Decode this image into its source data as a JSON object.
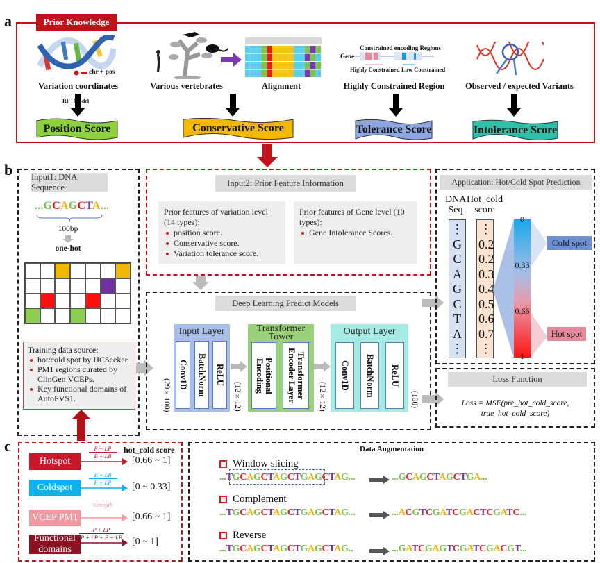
{
  "panel_labels": {
    "a": "a",
    "b": "b",
    "c": "c"
  },
  "prior_knowledge": {
    "title": "Prior Knowledge",
    "chr_pos": "chr + pos",
    "variation_coordinates": "Variation coordinates",
    "rf_model": "RF   Model",
    "position_score": "Position Score",
    "various_vertebrates": "Various vertebrates",
    "alignment": "Alignment",
    "conservative_score": "Conservative Score",
    "constrained_regions": "Constrained encoding Regions",
    "gene": "Gene",
    "highly_constrained": "Highly Constrained",
    "low_constrained": "Low Constrained",
    "highly_constrained_region": "Highly Constrained Region",
    "tolerance_score": "Tolerance Score",
    "observed_expected": "Observed / expected Variants",
    "intolerance_score": "Intolerance Score",
    "colors": {
      "position": "#8dd13f",
      "conservative": "#f3b800",
      "tolerance": "#8ea7e0",
      "intolerance": "#2fc1a8",
      "frame": "#c0141c"
    }
  },
  "input1": {
    "header": "Input1: DNA Sequence",
    "sequence": "...GCAGCTA...",
    "length": "100bp",
    "encoding": "one-hot",
    "onehot_grid": [
      [
        "",
        "",
        "A",
        "",
        "",
        "",
        "A"
      ],
      [
        "",
        "",
        "",
        "",
        "",
        "T",
        ""
      ],
      [
        "",
        "C",
        "",
        "",
        "C",
        "",
        ""
      ],
      [
        "G",
        "",
        "",
        "G",
        "",
        "",
        ""
      ]
    ],
    "training_title": "Training data source:",
    "training_items": [
      "hot/cold spot by HCSeeker.",
      "PM1 regions curated by ClinGen VCEPs.",
      "Key functional domains of AutoPVS1."
    ]
  },
  "input2": {
    "header": "Input2: Prior Feature Information",
    "variation_title": "Prior features of variation level (14 types):",
    "variation_items": [
      "position score.",
      "Conservative score.",
      "Variation tolerance score."
    ],
    "gene_title": "Prior features of Gene level (10 types):",
    "gene_items": [
      "Gene Intolerance Scores."
    ]
  },
  "model": {
    "header": "Deep Learning Predict Models",
    "input_layer": {
      "title": "Input Layer",
      "blocks": [
        "Conv1D",
        "BatchNorm",
        "ReLU"
      ]
    },
    "transformer": {
      "title": "Transformer\nTower",
      "blocks": [
        "Positional\nEncoding",
        "Transformer\nEncoder Layer"
      ]
    },
    "output_layer": {
      "title": "Output Layer",
      "blocks": [
        "Conv1D",
        "BatchNorm",
        "ReLU"
      ]
    },
    "dims": [
      "(29×100)",
      "(12×12)",
      "(12×12)",
      "(100)"
    ]
  },
  "application": {
    "header": "Application: Hot/Cold Spot  Prediction",
    "dna_label_1": "DNA",
    "dna_label_2": "Seq",
    "score_label_1": "Hot_cold",
    "score_label_2": "score",
    "dna_seq": [
      "⋮",
      "G",
      "C",
      "A",
      "G",
      "C",
      "T",
      "A",
      "⋮"
    ],
    "scores": [
      "⋮",
      "0.2",
      "0.2",
      "0.3",
      "0.4",
      "0.5",
      "0.6",
      "0.7",
      "⋮"
    ],
    "scale_ticks": [
      "0",
      "0.33",
      "0.66",
      "1"
    ],
    "cold_spot": "Cold spot",
    "hot_spot": "Hot spot"
  },
  "loss": {
    "header": "Loss Function",
    "formula_1": "Loss = MSE(pre_hot_cold_score,",
    "formula_2": "true_hot_cold_score)"
  },
  "labels_c": {
    "header": "hot_cold score",
    "items": [
      {
        "name": "Hotspot",
        "num": "P + LP",
        "den": "B + LB",
        "range": "[0.66 ~ 1]",
        "color": "#c8182c"
      },
      {
        "name": "Coldspot",
        "num": "B + LB",
        "den": "P + LP",
        "range": "[0 ~ 0.33]",
        "color": "#10b0ea"
      },
      {
        "name": "VCEP PM1",
        "num": "Strength",
        "den": "",
        "range": "[0.66 ~ 1]",
        "color": "#f19aa4"
      },
      {
        "name": "Functional domains",
        "num": "P + LP",
        "den": "P + LP + B + LB",
        "range": "[0 ~ 1]",
        "color": "#8b1220"
      }
    ]
  },
  "augmentation": {
    "title": "Data Augmentation",
    "items": [
      {
        "name": "Window slicing",
        "input": "...TGCAGCTAGCTGAGCTAG...",
        "output": "...GCAGCTAGCTGA..."
      },
      {
        "name": "Complement",
        "input": "...TGCAGCTAGCTGAGCTAG...",
        "output": "...ACGTCGATCGACTCGATC..."
      },
      {
        "name": "Reverse",
        "input": "...TGCAGCTAGCTGAGCTAG..",
        "output": "...GATCGAGTCGATCGACGT..."
      }
    ]
  }
}
